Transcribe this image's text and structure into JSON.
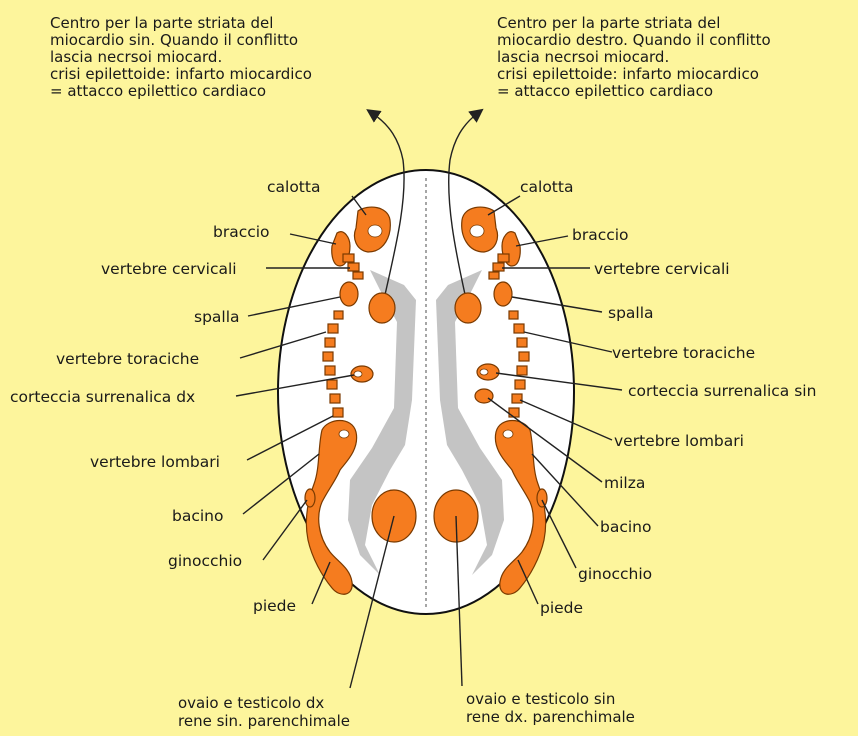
{
  "colors": {
    "background": "#fdf59c",
    "organ": "#f57c1f",
    "organ_stroke": "#7a3a00",
    "gray_band": "#c4c4c4",
    "outline": "#1a1a1a"
  },
  "top_notes": {
    "left": [
      "Centro per la parte striata del",
      "miocardio sin. Quando il conflitto",
      "lascia necrsoi miocard.",
      "crisi epilettoide: infarto miocardico",
      "= attacco epilettico cardiaco"
    ],
    "right": [
      "Centro per la parte striata del",
      "miocardio destro. Quando il conflitto",
      "lascia necrsoi miocard.",
      "crisi epilettoide: infarto miocardico",
      "= attacco epilettico cardiaco"
    ]
  },
  "left_labels": {
    "calotta": "calotta",
    "braccio": "braccio",
    "vertebre_cervicali": "vertebre cervicali",
    "spalla": "spalla",
    "vertebre_toraciche": "vertebre toraciche",
    "corteccia_surrenalica": "corteccia surrenalica dx",
    "vertebre_lombari": "vertebre lombari",
    "bacino": "bacino",
    "ginocchio": "ginocchio",
    "piede": "piede"
  },
  "right_labels": {
    "calotta": "calotta",
    "braccio": "braccio",
    "vertebre_cervicali": "vertebre cervicali",
    "spalla": "spalla",
    "vertebre_toraciche": "vertebre toraciche",
    "corteccia_surrenalica": "corteccia surrenalica sin",
    "vertebre_lombari": "vertebre lombari",
    "milza": "milza",
    "bacino": "bacino",
    "ginocchio": "ginocchio",
    "piede": "piede"
  },
  "bottom_notes": {
    "left": [
      "ovaio e testicolo dx",
      "rene sin. parenchimale"
    ],
    "right": [
      "ovaio e testicolo sin",
      "rene dx. parenchimale"
    ]
  }
}
